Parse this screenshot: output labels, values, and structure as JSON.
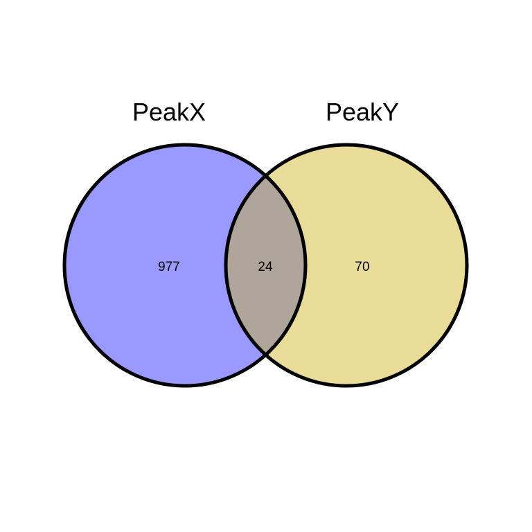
{
  "venn": {
    "sets": [
      {
        "label": "PeakX",
        "only_count": "977",
        "fill": "#9999ff"
      },
      {
        "label": "PeakY",
        "only_count": "70",
        "fill": "#e8dc98"
      }
    ],
    "intersection": {
      "count": "24",
      "fill": "#b0a59b"
    },
    "outline_color": "#000000",
    "background": "#ffffff"
  }
}
